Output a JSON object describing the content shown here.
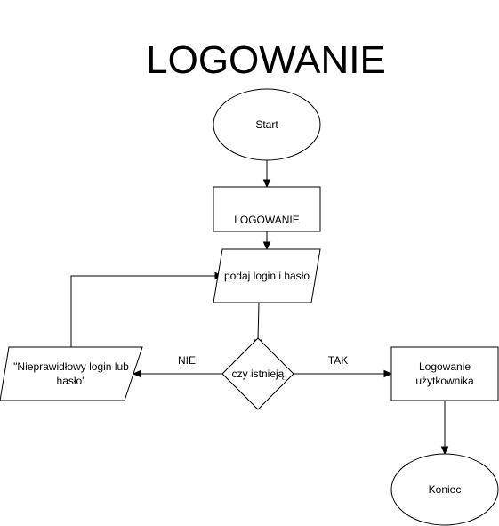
{
  "title": "LOGOWANIE",
  "nodes": {
    "start": {
      "label": "Start",
      "shape": "ellipse"
    },
    "logowanie_process": {
      "label": "LOGOWANIE",
      "shape": "rectangle"
    },
    "input": {
      "label": "podaj login i hasło",
      "shape": "parallelogram"
    },
    "decision": {
      "label": "czy istnieją",
      "shape": "diamond"
    },
    "error_output": {
      "label_line1": "\"Nieprawidłowy login lub",
      "label_line2": "hasło\"",
      "shape": "parallelogram"
    },
    "success_process": {
      "label_line1": "Logowanie",
      "label_line2": "użytkownika",
      "shape": "rectangle"
    },
    "end": {
      "label": "Koniec",
      "shape": "ellipse"
    }
  },
  "edges": {
    "no_label": "NIE",
    "yes_label": "TAK"
  },
  "colors": {
    "stroke": "#000000",
    "fill": "#ffffff",
    "background": "#ffffff"
  }
}
